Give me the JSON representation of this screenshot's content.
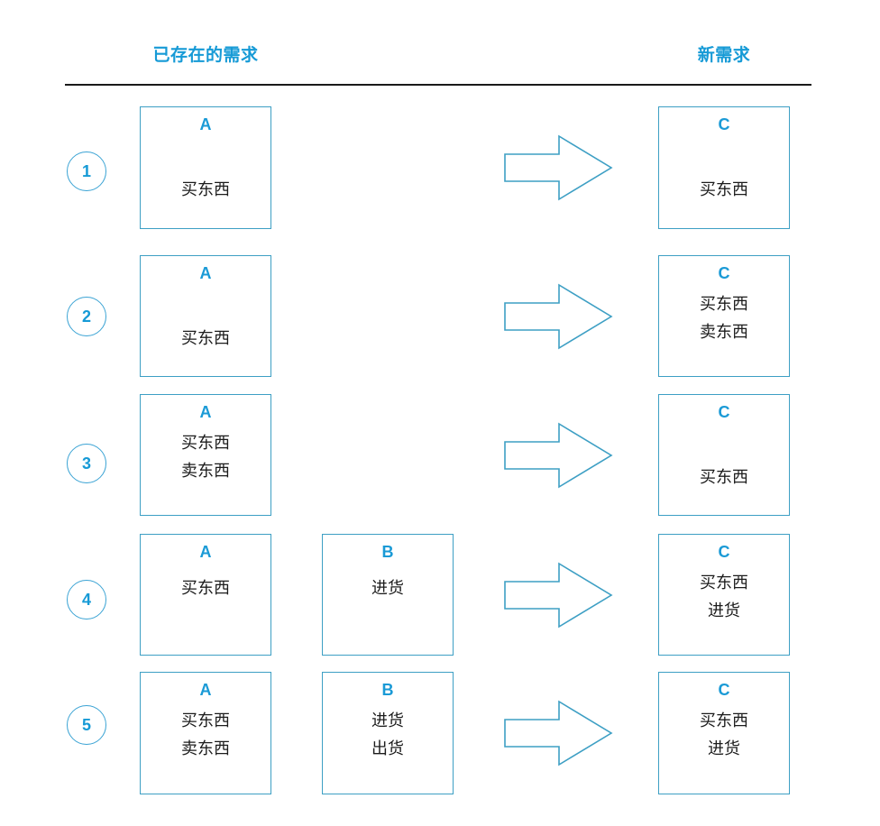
{
  "headers": {
    "existing": "已存在的需求",
    "new": "新需求"
  },
  "colors": {
    "accent_blue": "#169ad6",
    "box_border": "#3d9fc4",
    "rule": "#1a1a1a",
    "text": "#1c1c1c"
  },
  "icons": {
    "arrow": "right-block-arrow-icon"
  },
  "rows": [
    {
      "index": "1",
      "left_boxes": [
        {
          "letter": "A",
          "lines": [
            "买东西"
          ]
        }
      ],
      "arrow": "⇒",
      "right_box": {
        "letter": "C",
        "lines": [
          "买东西"
        ]
      }
    },
    {
      "index": "2",
      "left_boxes": [
        {
          "letter": "A",
          "lines": [
            "买东西"
          ]
        }
      ],
      "arrow": "⇒",
      "right_box": {
        "letter": "C",
        "lines": [
          "买东西",
          "卖东西"
        ]
      }
    },
    {
      "index": "3",
      "left_boxes": [
        {
          "letter": "A",
          "lines": [
            "买东西",
            "卖东西"
          ]
        }
      ],
      "arrow": "⇒",
      "right_box": {
        "letter": "C",
        "lines": [
          "买东西"
        ]
      }
    },
    {
      "index": "4",
      "left_boxes": [
        {
          "letter": "A",
          "lines": [
            "买东西"
          ]
        },
        {
          "letter": "B",
          "lines": [
            "进货"
          ]
        }
      ],
      "arrow": "⇒",
      "right_box": {
        "letter": "C",
        "lines": [
          "买东西",
          "进货"
        ]
      }
    },
    {
      "index": "5",
      "left_boxes": [
        {
          "letter": "A",
          "lines": [
            "买东西",
            "卖东西"
          ]
        },
        {
          "letter": "B",
          "lines": [
            "进货",
            "出货"
          ]
        }
      ],
      "arrow": "⇒",
      "right_box": {
        "letter": "C",
        "lines": [
          "买东西",
          "进货"
        ]
      }
    }
  ]
}
